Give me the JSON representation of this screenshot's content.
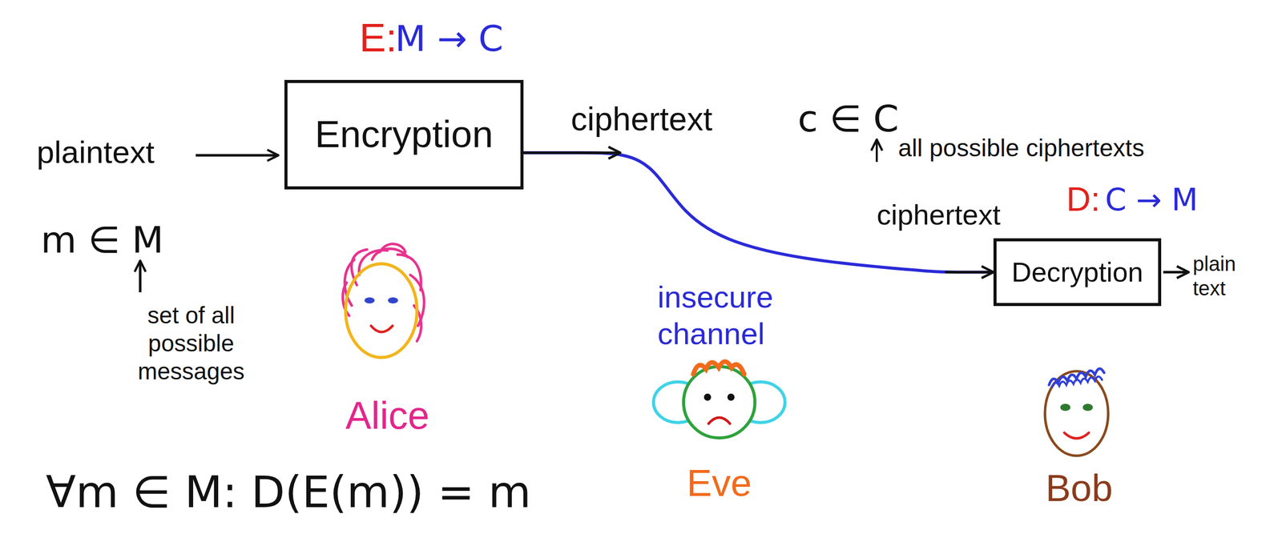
{
  "diagram": {
    "nodes": [
      {
        "text": [
          "Encryption"
        ]
      },
      {
        "text": [
          "Decryption"
        ]
      }
    ],
    "edges": [
      {
        "from": 0,
        "to": 1,
        "arrow": "to"
      }
    ],
    "labels": [
      "E:",
      "M → C",
      "ciphertext",
      "c ∈ C",
      "all possible ciphertexts",
      "plaintext",
      "m ∈ M",
      "set of all possible messages",
      "Alice",
      "insecure channel",
      "ciphertext",
      "D:",
      "C → M",
      "plain text",
      "Eve",
      "Bob",
      "∀m ∈ M: D(E(m)) = m"
    ]
  }
}
